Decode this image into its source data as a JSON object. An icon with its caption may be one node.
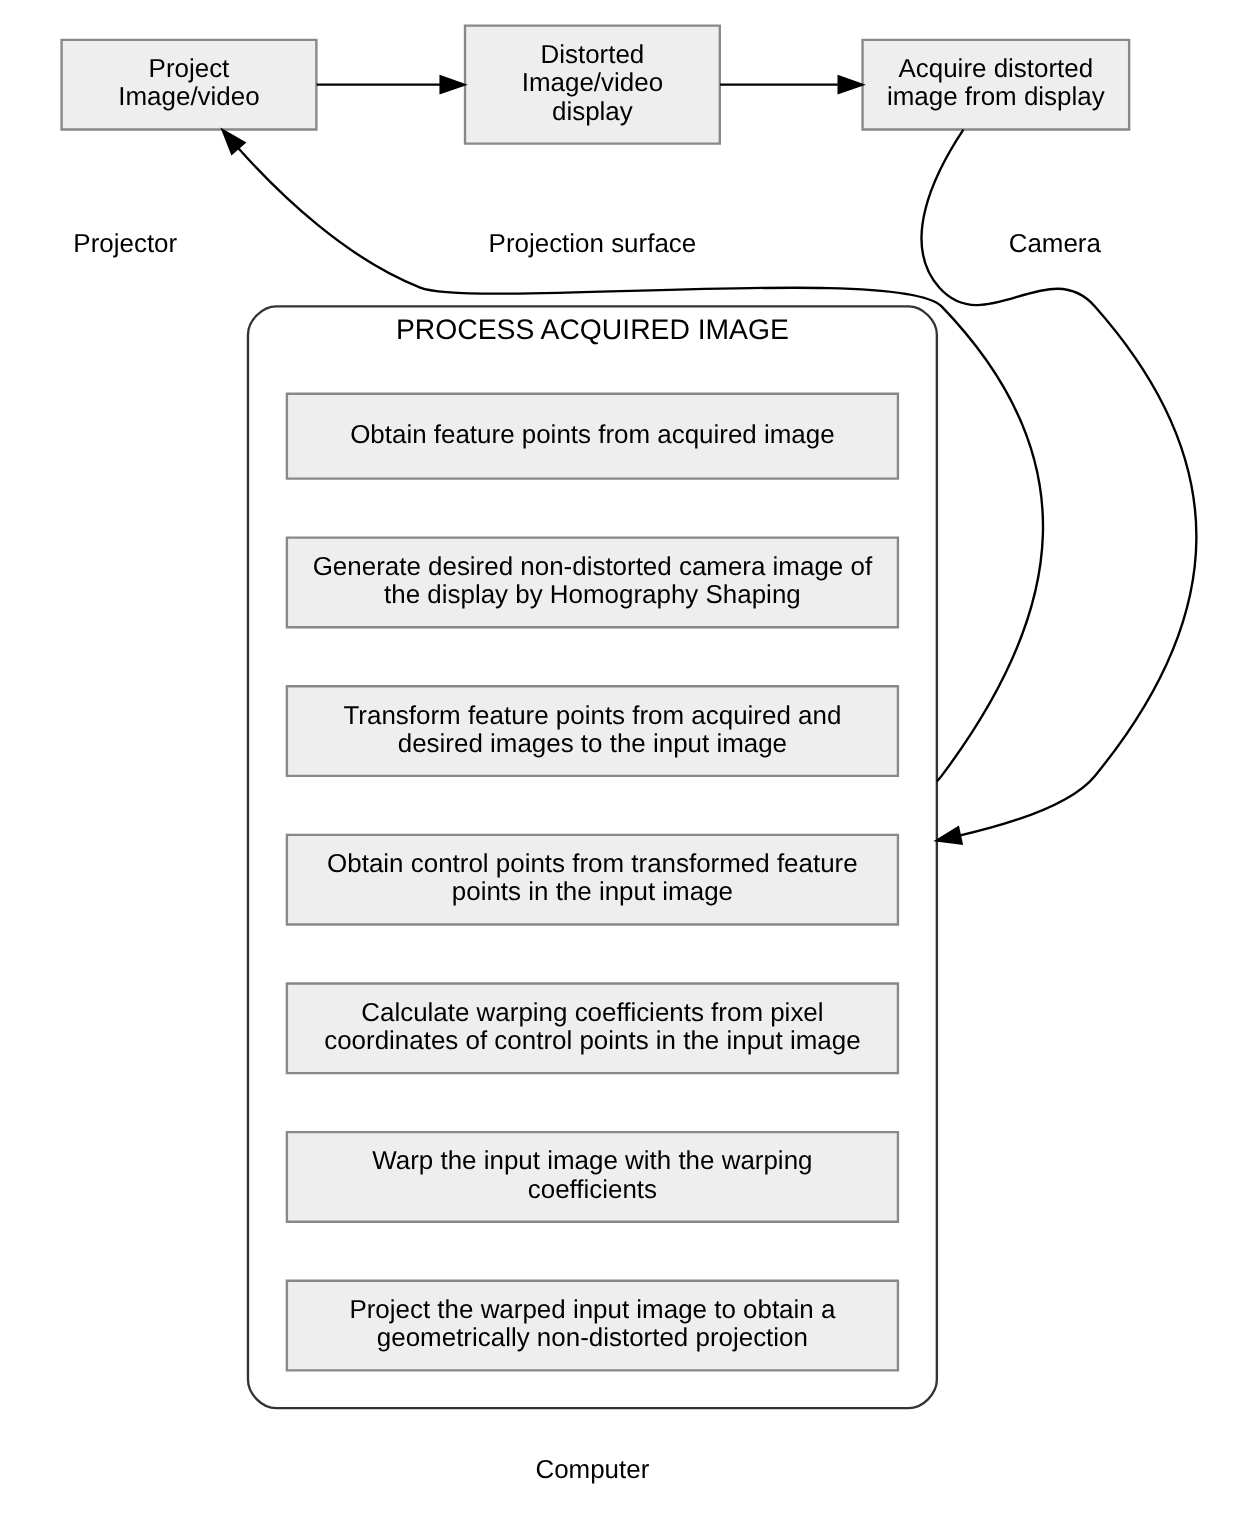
{
  "diagram": {
    "nodes": [
      {
        "text": [
          "Project Image/video"
        ],
        "beside": [
          "Projector"
        ]
      },
      {
        "text": [
          "Distorted Image/video display"
        ],
        "beside": [
          "Projection surface"
        ]
      },
      {
        "text": [
          "Acquire distorted image from display"
        ],
        "beside": [
          "Camera"
        ]
      },
      {
        "text": [
          "PROCESS ACQUIRED IMAGE"
        ],
        "beside": [
          "Computer"
        ]
      },
      {
        "text": [
          "Obtain feature points from acquired image"
        ],
        "in": 3
      },
      {
        "text": [
          "Generate desired non-distorted camera image of the display by Homography Shaping"
        ],
        "in": 3
      },
      {
        "text": [
          "Transform feature points from acquired and desired images to the input image"
        ],
        "in": 3
      },
      {
        "text": [
          "Obtain control points from transformed feature points in the input image"
        ],
        "in": 3
      },
      {
        "text": [
          "Calculate warping coefficients from pixel coordinates of control points in the input image"
        ],
        "in": 3
      },
      {
        "text": [
          "Warp the input image with the warping coefficients"
        ],
        "in": 3
      },
      {
        "text": [
          "Project the warped input image to obtain a geometrically non-distorted projection"
        ],
        "in": 3
      }
    ],
    "edges": [
      {
        "from": 0,
        "to": 1,
        "arrow": "to"
      },
      {
        "from": 1,
        "to": 2,
        "arrow": "to"
      },
      {
        "from": 2,
        "to": 3,
        "arrow": "to"
      },
      {
        "from": 3,
        "to": 0,
        "arrow": "to"
      }
    ]
  }
}
